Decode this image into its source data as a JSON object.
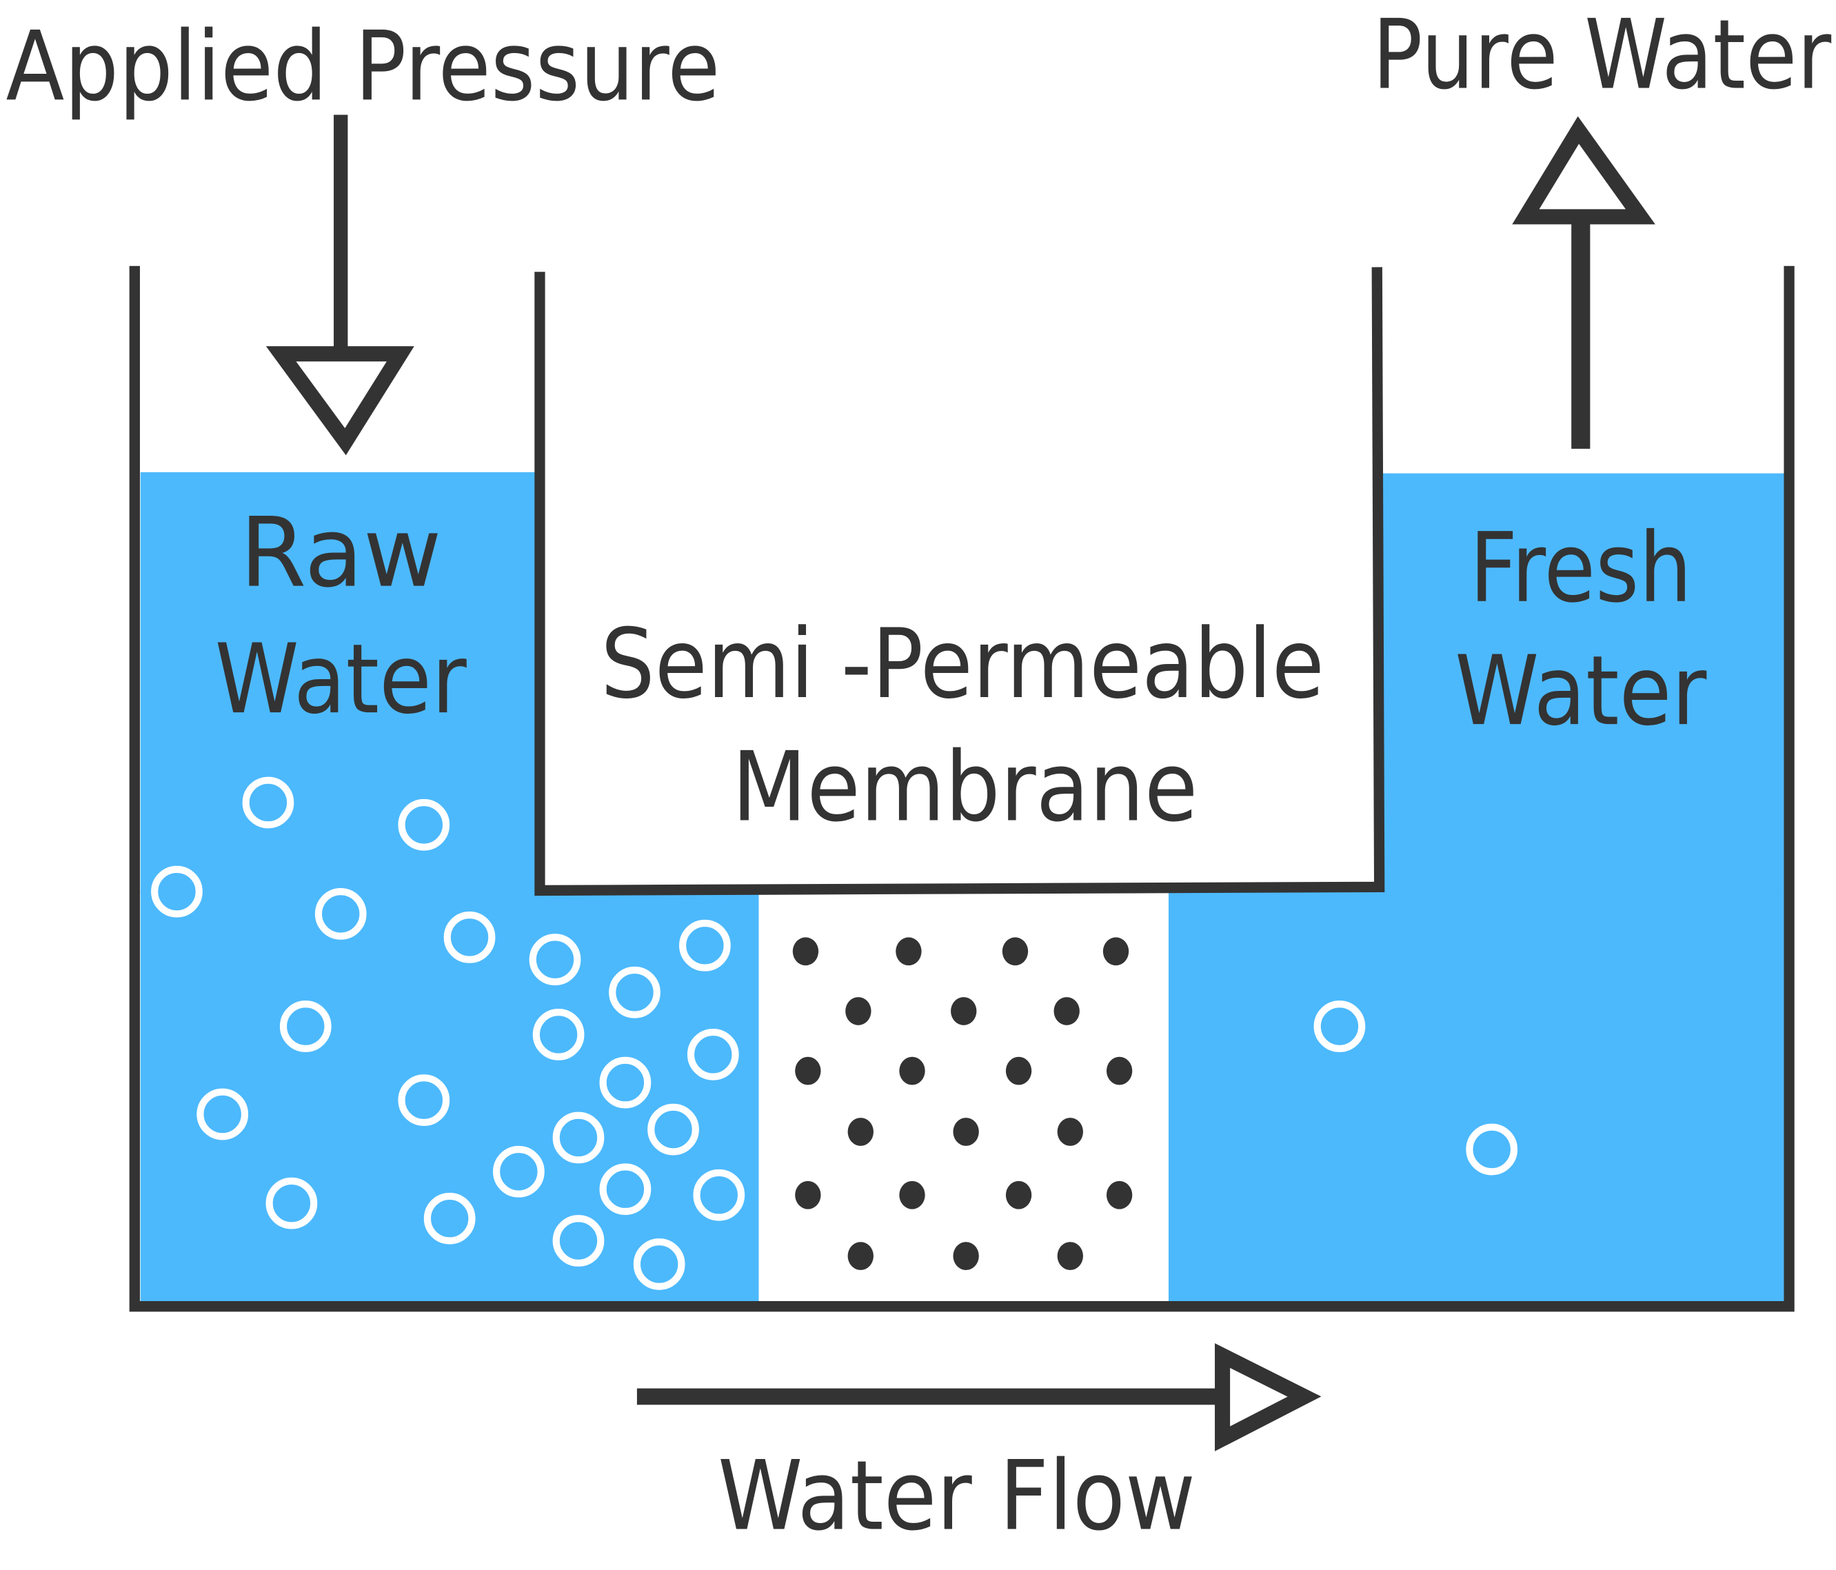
{
  "labels": {
    "applied_pressure": "Applied Pressure",
    "pure_water": "Pure Water",
    "raw_water_line1": "Raw",
    "raw_water_line2": "Water",
    "membrane_line1": "Semi -Permeable",
    "membrane_line2": "Membrane",
    "fresh_water_line1": "Fresh",
    "fresh_water_line2": "Water",
    "water_flow": "Water Flow"
  },
  "colors": {
    "water": "#4cb9fc",
    "outline": "#333333",
    "particle_hollow": "#ffffff",
    "particle_solid": "#333333"
  }
}
